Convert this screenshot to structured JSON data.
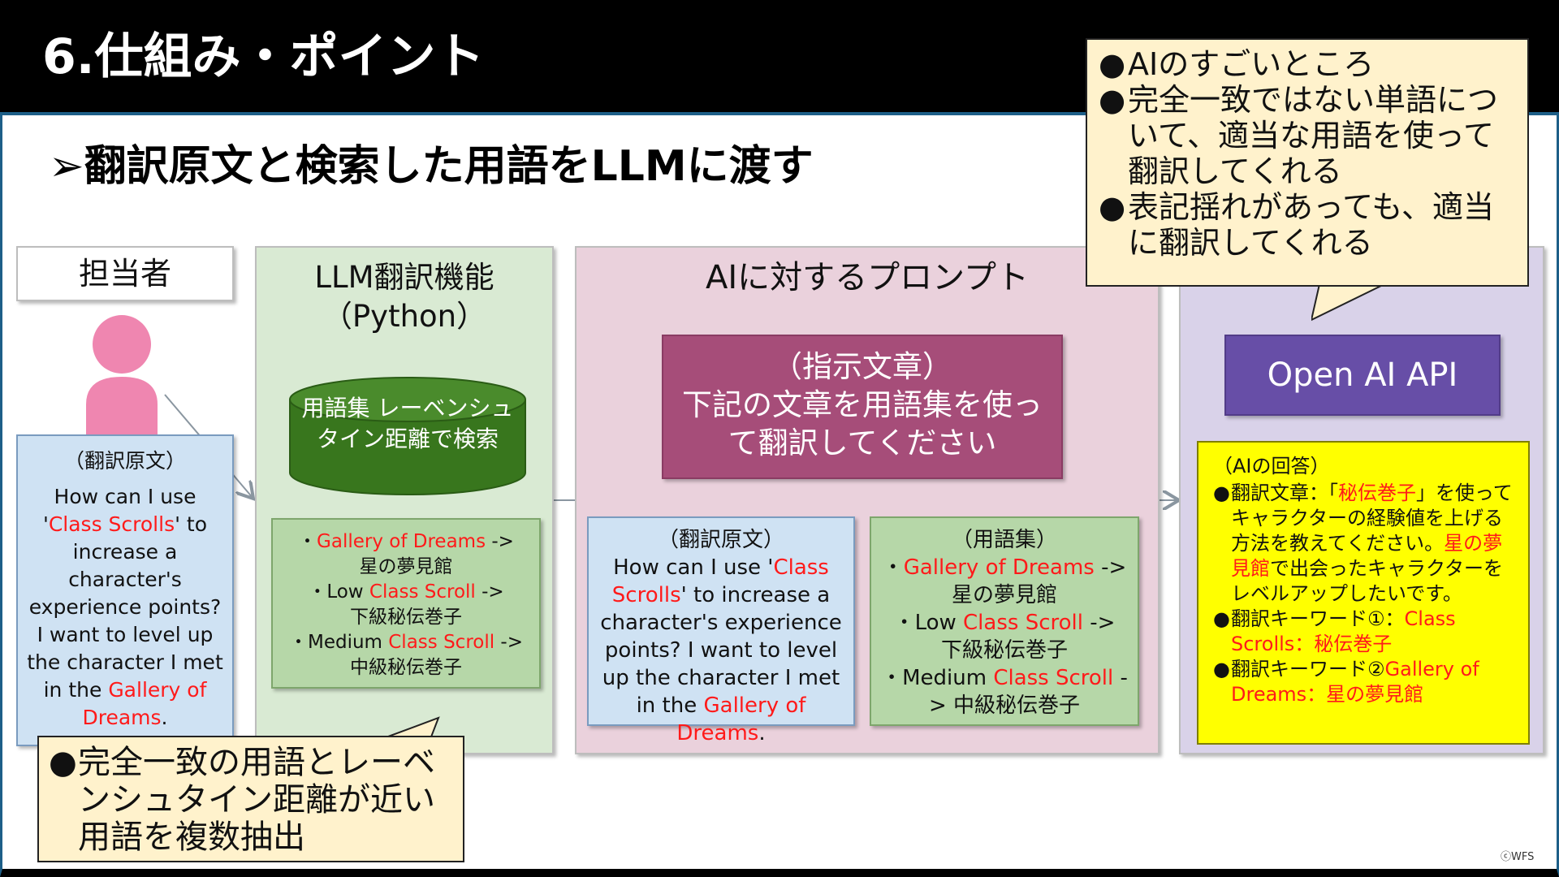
{
  "header": {
    "title": "6.仕組み・ポイント"
  },
  "heading": "➢翻訳原文と検索した用語をLLMに渡す",
  "person": {
    "label": "担当者"
  },
  "source": {
    "title": "（翻訳原文）",
    "t1": "How can I use '",
    "h1": "Class Scrolls",
    "t2": "' to increase a character's experience points? I want to level up the character I met in the ",
    "h2": "Gallery of Dreams",
    "t3": "."
  },
  "llm": {
    "title1": "LLM翻訳機能",
    "title2": "（Python）",
    "db_label": "用語集 レーベンシュタイン距離で検索",
    "terms": [
      {
        "pre": "・",
        "en": "Gallery of Dreams",
        "arrow": " ->",
        "ja": "星の夢見館"
      },
      {
        "pre": "・Low ",
        "en": "Class Scroll",
        "arrow": " ->",
        "ja": "下級秘伝巻子"
      },
      {
        "pre": "・Medium ",
        "en": "Class Scroll",
        "arrow": " ->",
        "ja": "中級秘伝巻子"
      }
    ]
  },
  "prompt": {
    "title": "AIに対するプロンプト",
    "instruction_title": "（指示文章）",
    "instruction_body": "下記の文章を用語集を使って翻訳してください",
    "source_title": "（翻訳原文）",
    "s1": "How can I use '",
    "sh1": "Class Scrolls",
    "s2": "' to increase a character's experience points? I want to level up the character I met in the ",
    "sh2": "Gallery of Dreams",
    "s3": ".",
    "glossary_title": "（用語集）",
    "glossary": [
      {
        "pre": "・",
        "en": "Gallery of Dreams",
        "arrow": " ->",
        "ja": "星の夢見館"
      },
      {
        "pre": "・Low ",
        "en": "Class Scroll",
        "arrow": " ->",
        "ja": "下級秘伝巻子"
      },
      {
        "pre": "・Medium ",
        "en": "Class Scroll",
        "arrow": " -> ",
        "ja": "中級秘伝巻子"
      }
    ]
  },
  "api": {
    "button": "Open AI API",
    "answer_title": "（AIの回答）",
    "a1_pre": "翻訳文章：「",
    "a1_hl": "秘伝巻子",
    "a1_mid": "」を使ってキャラクターの経験値を上げる方法を教えてください。",
    "a1_hl2": "星の夢見館",
    "a1_post": "で出会ったキャラクターをレベルアップしたいです。",
    "a2_pre": "翻訳キーワード①：",
    "a2_hl": "Class Scrolls：秘伝巻子",
    "a3_pre": "翻訳キーワード②",
    "a3_hl": "Gallery of Dreams：星の夢見館"
  },
  "callout_top": {
    "items": [
      "AIのすごいところ",
      "完全一致ではない単語について、適当な用語を使って翻訳してくれる",
      "表記揺れがあっても、適当に翻訳してくれる"
    ]
  },
  "callout_bottom": {
    "items": [
      "完全一致の用語とレーベンシュタイン距離が近い用語を複数抽出"
    ]
  },
  "copyright": "ⓒWFS",
  "colors": {
    "highlight": "#ff1a1a",
    "llm_panel": "#d9ead3",
    "prompt_panel": "#ead1dc",
    "api_panel": "#d9d2e9",
    "instruction_box": "#a64d79",
    "api_button": "#674ea7",
    "db": "#38761d",
    "answer_box": "#ffff00",
    "note": "#fff2cc"
  }
}
